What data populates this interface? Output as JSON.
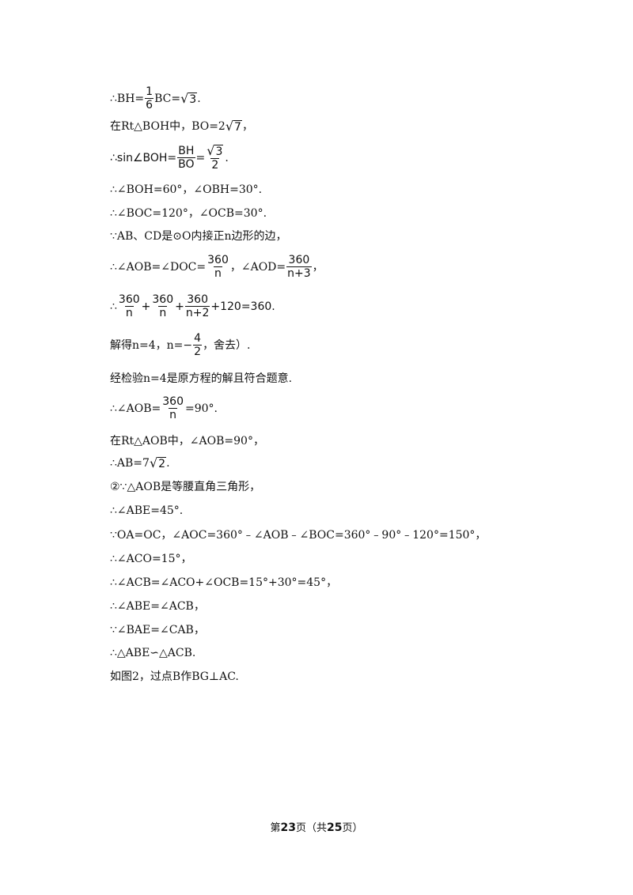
{
  "lines": {
    "l1": {
      "pre": "∴BH=",
      "num": "1",
      "den": "6",
      "mid": "BC=",
      "rad": "3",
      "post": "."
    },
    "l2": {
      "pre": "在Rt△BOH中，BO=2",
      "rad": "7",
      "post": "，"
    },
    "l3": {
      "pre": "∴sin∠BOH=",
      "num": "BH",
      "den": "BO",
      "eq": "=",
      "rad": "3",
      "den2": "2",
      "post": "."
    },
    "l4": {
      "text": "∴∠BOH=60°，∠OBH=30°."
    },
    "l5": {
      "text": "∴∠BOC=120°，∠OCB=30°."
    },
    "l6": {
      "text": "∵AB、CD是⊙O内接正n边形的边，"
    },
    "l7": {
      "pre": "∴∠AOB=∠DOC=",
      "num": "360",
      "den": "n",
      "mid": "，∠AOD=",
      "num2": "360",
      "den2": "n+3",
      "post": "，"
    },
    "l8": {
      "pre": "∴",
      "num": "360",
      "den": "n",
      "plus1": "+",
      "num2": "360",
      "den2": "n",
      "plus2": "+",
      "num3": "360",
      "den3": "n+2",
      "post": "+120=360."
    },
    "l9": {
      "pre": "解得n=4，n=−",
      "num": "4",
      "den": "2",
      "post": "，舍去）."
    },
    "l10": {
      "text": "经检验n=4是原方程的解且符合题意."
    },
    "l11": {
      "pre": "∴∠AOB=",
      "num": "360",
      "den": "n",
      "post": "=90°."
    },
    "l12": {
      "text": "在Rt△AOB中，∠AOB=90°，"
    },
    "l13": {
      "pre": "∴AB=7",
      "rad": "2",
      "post": "."
    },
    "l14": {
      "text": "②∵△AOB是等腰直角三角形，"
    },
    "l15": {
      "text": "∴∠ABE=45°."
    },
    "l16": {
      "text": "∵OA=OC，∠AOC=360°﹣∠AOB﹣∠BOC=360°﹣90°﹣120°=150°，"
    },
    "l17": {
      "text": "∴∠ACO=15°，"
    },
    "l18": {
      "text": "∴∠ACB=∠ACO+∠OCB=15°+30°=45°，"
    },
    "l19": {
      "text": "∴∠ABE=∠ACB，"
    },
    "l20": {
      "text": "∵∠BAE=∠CAB，"
    },
    "l21": {
      "text": "∴△ABE∽△ACB."
    },
    "l22": {
      "text": "如图2，过点B作BG⊥AC."
    }
  },
  "footer": {
    "p1": "第",
    "page": "23",
    "p2": "页（共",
    "total": "25",
    "p3": "页）"
  }
}
